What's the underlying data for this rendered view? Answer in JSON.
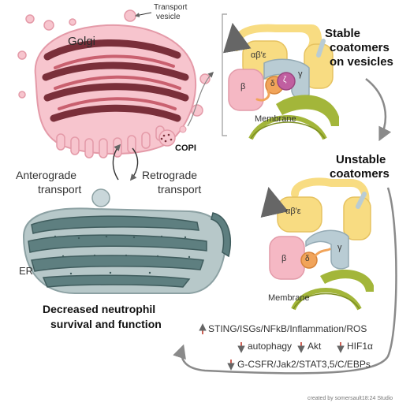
{
  "labels": {
    "golgi": "Golgi",
    "transport_vesicle_line1": "Transport",
    "transport_vesicle_line2": "vesicle",
    "copi": "COPI",
    "anterograde_line1": "Anterograde",
    "anterograde_line2": "transport",
    "retrograde_line1": "Retrograde",
    "retrograde_line2": "transport",
    "er": "ER",
    "stable_line1": "Stable",
    "stable_line2": "coatomers",
    "stable_line3": "on vesicles",
    "unstable_line1": "Unstable",
    "unstable_line2": "coatomers",
    "membrane_top": "Membrane",
    "membrane_bottom": "Membrane",
    "alpha_beta_eps_top": "αβ′ε",
    "alpha_beta_eps_bottom": "αβ′ε",
    "beta_top": "β",
    "delta_top": "δ",
    "zeta_top": "ζ",
    "gamma_top": "γ",
    "beta_bottom": "β",
    "delta_bottom": "δ",
    "gamma_bottom": "γ",
    "decreased_line1": "Decreased neutrophil",
    "decreased_line2": "survival and function",
    "effect_line1": "STING/ISGs/NFkB/Inflammation/ROS",
    "effect_autophagy": "autophagy",
    "effect_akt": "Akt",
    "effect_hif": "HIF1α",
    "effect_line3": "G-CSFR/Jak2/STAT3,5/C/EBPs",
    "credit": "created by somersault18:24 Studio"
  },
  "colors": {
    "golgi_light": "#f4b8c2",
    "golgi_dark": "#7a2f3a",
    "er_fill": "#5e7f80",
    "er_dark": "#3f5c5d",
    "yellow": "#f8dc82",
    "pink": "#f5b8c4",
    "gray_blue": "#b9ccd4",
    "orange": "#f1a45a",
    "magenta": "#c05fa0",
    "membrane_green": "#a3b63a",
    "arrow_gray": "#888888",
    "arrow_red": "#c0392b"
  }
}
